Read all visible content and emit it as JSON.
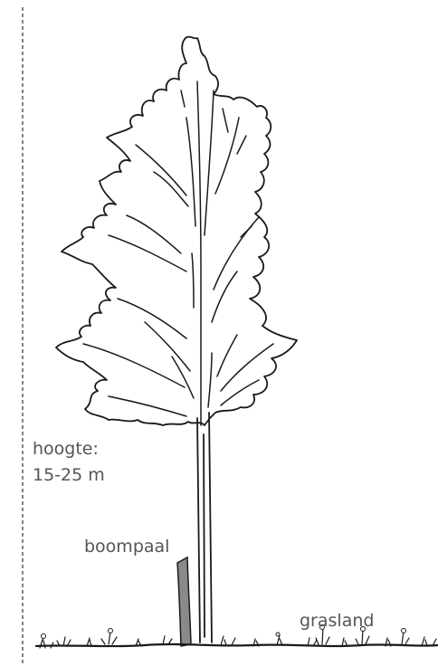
{
  "labels": {
    "height_title": "hoogte:",
    "height_value": "15-25 m",
    "stake": "boompaal",
    "grassland": "grasland"
  },
  "colors": {
    "line": "#1a1a1a",
    "text": "#555555",
    "stake_fill": "#8a8a8a",
    "background": "#ffffff"
  }
}
